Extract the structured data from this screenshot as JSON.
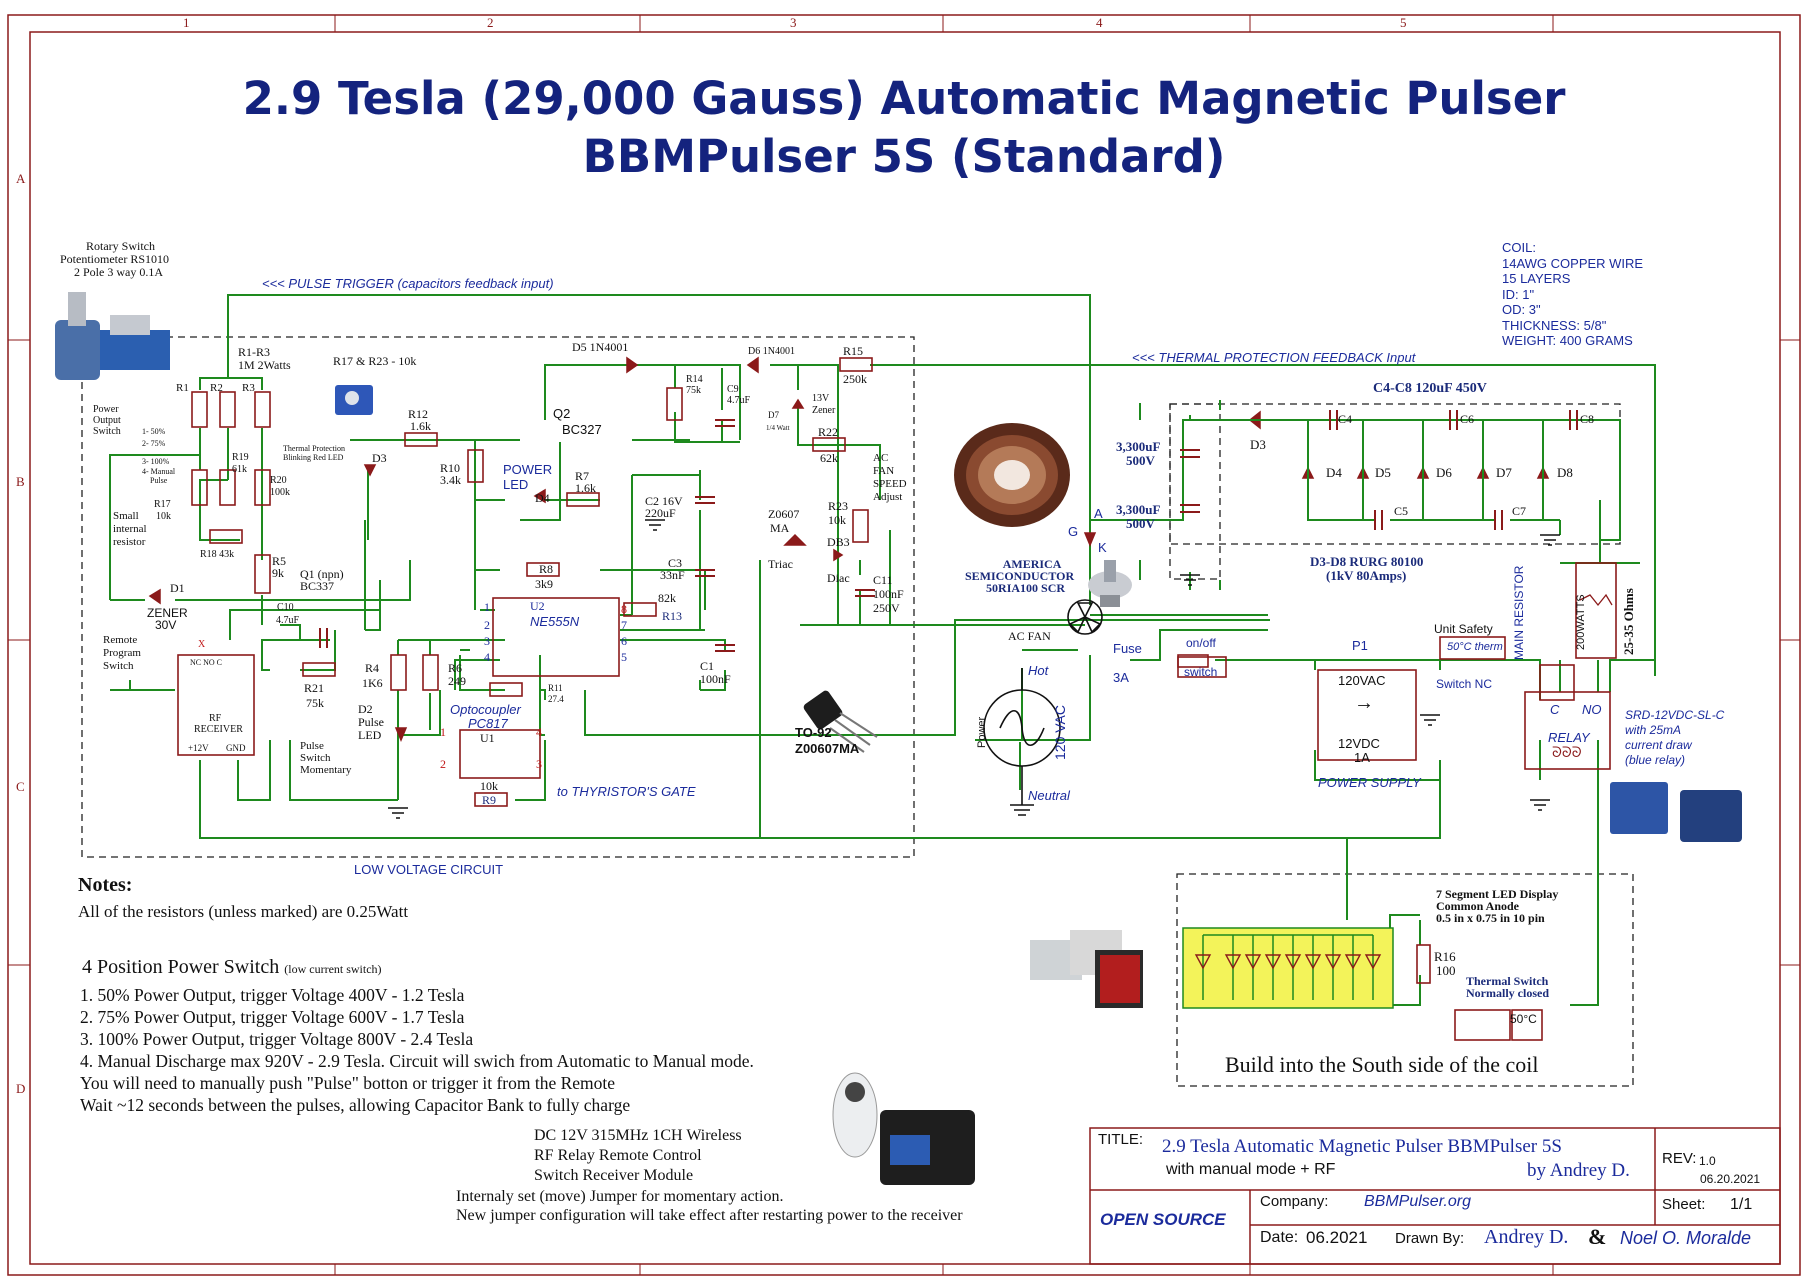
{
  "title": {
    "line1": "2.9 Tesla (29,000 Gauss) Automatic Magnetic Pulser",
    "line2": "BBMPulser 5S (Standard)"
  },
  "frame": {
    "cols": [
      "1",
      "2",
      "3",
      "4",
      "5"
    ],
    "rows": [
      "A",
      "B",
      "C",
      "D"
    ]
  },
  "coil": {
    "lines": [
      "COIL:",
      "14AWG COPPER WIRE",
      "15 LAYERS",
      "ID: 1\"",
      "OD: 3\"",
      "THICKNESS: 5/8\"",
      "WEIGHT: 400 GRAMS"
    ]
  },
  "nets": {
    "pulse_trigger": "<<< PULSE TRIGGER (capacitors feedback input)",
    "thermal_feedback": "<<< THERMAL PROTECTION FEEDBACK Input",
    "to_gate": "to THYRISTOR'S GATE",
    "low_voltage": "LOW VOLTAGE CIRCUIT"
  },
  "rotary": {
    "line1": "Rotary Switch",
    "line2": "Potentiometer RS1010",
    "line3": "2 Pole 3 way 0.1A"
  },
  "components": {
    "r1r3": "R1-R3",
    "r1r3_val": "1M 2Watts",
    "r17r23": "R17 & R23 - 10k",
    "r1": "R1",
    "r2": "R2",
    "r3": "R3",
    "power_switch": "Power",
    "power_switch2": "Output",
    "power_switch3": "Switch",
    "pos1": "1- 50%",
    "pos2": "2- 75%",
    "pos3": "3- 100%",
    "pos4": "4- Manual",
    "pos4b": "Pulse",
    "r19": "R19",
    "r19v": "61k",
    "r20": "R20",
    "r20v": "100k",
    "r17": "R17",
    "r17v": "10k",
    "small1": "Small",
    "small2": "internal",
    "small3": "resistor",
    "r18": "R18 43k",
    "r5": "R5",
    "r5v": "9k",
    "q1": "Q1 (npn)",
    "q1v": "BC337",
    "d1": "D1",
    "zener": "ZENER",
    "zenerv": "30V",
    "r12": "R12",
    "r12v": "1.6k",
    "d3": "D3",
    "thermal_led1": "Thermal Protection",
    "thermal_led2": "Blinking Red LED",
    "q2": "Q2",
    "q2v": "BC327",
    "r10": "R10",
    "r10v": "3.4k",
    "power_led": "POWER",
    "power_led2": "LED",
    "d4": "D4",
    "r7": "R7",
    "r7v": "1.6k",
    "c2": "C2 16V",
    "c2v": "220uF",
    "c3": "C3",
    "c3v": "33nF",
    "r8": "R8",
    "r8v": "3k9",
    "r13v": "82k",
    "r13": "R13",
    "u2": "U2",
    "u2v": "NE555N",
    "c1": "C1",
    "c1v": "100nF",
    "c10": "C10",
    "c10v": "4.7uF",
    "r21": "R21",
    "r21v": "75k",
    "r4": "R4",
    "r4v": "1K6",
    "r6": "R6",
    "r6v": "249",
    "r11": "R11",
    "r11v": "27.4",
    "d2": "D2",
    "d2v": "Pulse",
    "d2v2": "LED",
    "opto": "Optocoupler",
    "optov": "PC817",
    "u1": "U1",
    "r9v": "10k",
    "r9": "R9",
    "remote1": "Remote",
    "remote2": "Program",
    "remote3": "Switch",
    "rf1": "RF",
    "rf2": "RECEIVER",
    "rfx": "X",
    "rfnc": "NC  NO  C",
    "rf12": "+12V",
    "rfgnd": "GND",
    "pulse_sw1": "Pulse",
    "pulse_sw2": "Switch",
    "pulse_sw3": "Momentary",
    "d5": "D5 1N4001",
    "d6": "D6 1N4001",
    "r14": "R14",
    "r14v": "75k",
    "c9": "C9",
    "c9v": "4.7uF",
    "r15": "R15",
    "r15v": "250k",
    "d7": "D7",
    "d7v": "1/4 Watt",
    "zener13": "13V",
    "zener13b": "Zener",
    "r22": "R22",
    "r22v": "62k",
    "acfan1": "AC",
    "acfan2": "FAN",
    "acfan3": "SPEED",
    "acfan4": "Adjust",
    "r23": "R23",
    "r23v": "10k",
    "z0607": "Z0607",
    "z0607b": "MA",
    "triac": "Triac",
    "db3": "DB3",
    "diac": "Diac",
    "c11": "C11",
    "c11v": "100nF",
    "c11v2": "250V",
    "to92": "TO-92",
    "to92v": "Z00607MA",
    "scr1": "AMERICA",
    "scr2": "SEMICONDUCTOR",
    "scr3": "50RIA100 SCR",
    "scr_a": "A",
    "scr_g": "G",
    "scr_k": "K",
    "cap3300a": "3,300uF",
    "cap3300av": "500V",
    "cap3300b": "3,300uF",
    "cap3300bv": "500V",
    "c4c8": "C4-C8  120uF 450V",
    "c4": "C4",
    "c5": "C5",
    "c6": "C6",
    "c7": "C7",
    "c8": "C8",
    "dd3": "D3",
    "dd4": "D4",
    "dd5": "D5",
    "dd6": "D6",
    "dd7": "D7",
    "dd8": "D8",
    "d3d8": "D3-D8 RURG 80100",
    "d3d8v": "(1kV 80Amps)",
    "acfan_lbl": "AC FAN",
    "fuse": "Fuse",
    "fusev": "3A",
    "onoff1": "on/off",
    "onoff2": "switch",
    "p1": "P1",
    "unit_safety": "Unit Safety",
    "therm": "50°C  therm",
    "switch_nc": "Switch NC",
    "main_res": "MAIN RESISTOR",
    "res_w": "200WATTS",
    "res_v": "25-35 Ohms",
    "hot": "Hot",
    "vac": "120 VAC",
    "power": "Power",
    "neutral": "Neutral",
    "psu_in": "120VAC",
    "psu_out": "12VDC",
    "psu_a": "1A",
    "psu": "POWER SUPPLY",
    "relay_c": "C",
    "relay_no": "NO",
    "relay": "RELAY",
    "relay_model1": "SRD-12VDC-SL-C",
    "relay_model2": "with 25mA",
    "relay_model3": "current draw",
    "relay_model4": "(blue relay)",
    "seg1": "7 Segment LED Display",
    "seg2": "Common Anode",
    "seg3": "0.5 in x 0.75 in 10 pin",
    "r16": "R16",
    "r16v": "100",
    "ts1": "Thermal Switch",
    "ts2": "Normally closed",
    "ts3": "50°C",
    "south": "Build into the South side of the coil"
  },
  "notes": {
    "heading": "Notes:",
    "line1": "All of the resistors (unless marked) are 0.25Watt",
    "sw_heading": "4 Position Power Switch",
    "sw_sub": "(low current switch)",
    "items": [
      "1. 50% Power Output, trigger Voltage 400V - 1.2 Tesla",
      "2. 75% Power Output, trigger Voltage 600V - 1.7 Tesla",
      "3. 100% Power Output, trigger Voltage 800V - 2.4 Tesla",
      "4. Manual Discharge max  920V - 2.9 Tesla.  Circuit will swich from Automatic to Manual mode.",
      "You will need to manually push \"Pulse\" botton or  trigger it from the Remote",
      "Wait ~12 seconds between the pulses, allowing Capacitor Bank to fully charge"
    ]
  },
  "rf_module": {
    "lines": [
      "DC 12V 315MHz 1CH Wireless",
      "RF Relay Remote Control",
      "Switch Receiver Module"
    ],
    "jumper1": "Internaly set (move) Jumper for momentary action.",
    "jumper2": "New jumper configuration will take effect after restarting power to the receiver"
  },
  "title_block": {
    "title_label": "TITLE:",
    "title_value": "2.9 Tesla Automatic Magnetic Pulser  BBMPulser  5S",
    "subtitle": "with manual mode + RF",
    "by": "by Andrey D.",
    "rev_label": "REV:",
    "rev_value": "1.0",
    "rev_date": "06.20.2021",
    "open_source": "OPEN SOURCE",
    "company_label": "Company:",
    "company_value": "BBMPulser.org",
    "sheet_label": "Sheet:",
    "sheet_value": "1/1",
    "date_label": "Date:",
    "date_value": "06.2021",
    "drawn_label": "Drawn By:",
    "drawn_a": "Andrey D.",
    "amp": "&",
    "drawn_b": "Noel O. Moralde"
  },
  "colors": {
    "frame": "#8b1a1a",
    "wire": "#1e8a1e",
    "component": "#8b1a1a",
    "text_blue": "#1b2b9c",
    "title": "#14237e",
    "led_panel": "#f3f35a"
  }
}
